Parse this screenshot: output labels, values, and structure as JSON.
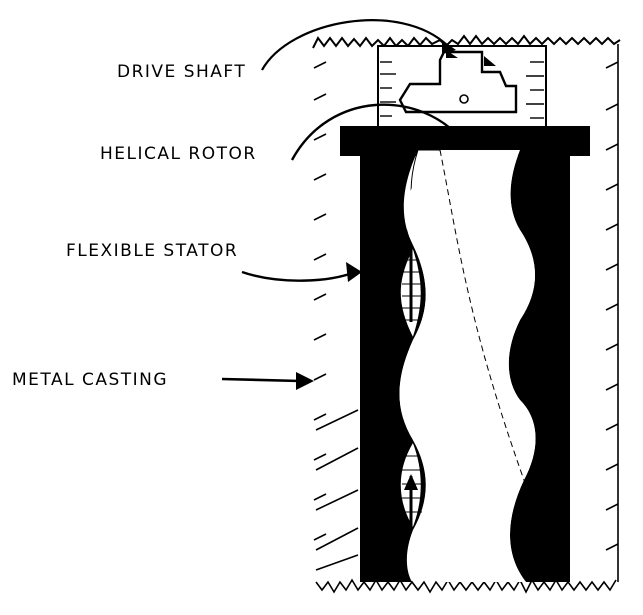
{
  "diagram": {
    "title": "Progressive cavity pump cross-section",
    "labels": {
      "drive_shaft": "DRIVE SHAFT",
      "helical_rotor": "HELICAL ROTOR",
      "flexible_stator": "FLEXIBLE STATOR",
      "metal_casting": "METAL CASTING"
    },
    "colors": {
      "ink": "#000000",
      "paper": "#ffffff"
    }
  }
}
